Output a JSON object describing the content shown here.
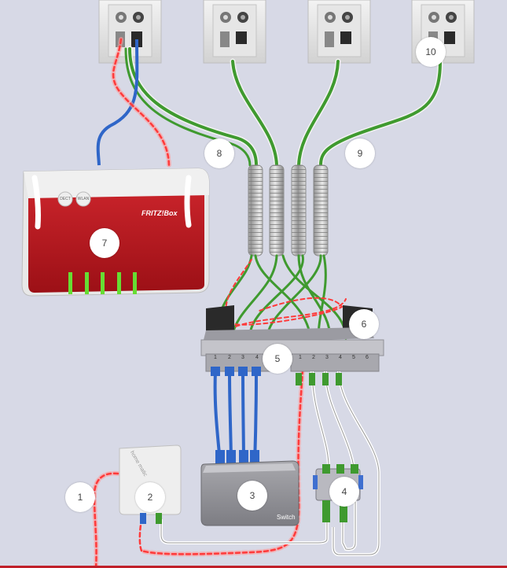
{
  "diagram": {
    "badges": [
      {
        "id": "1",
        "label": "1"
      },
      {
        "id": "2",
        "label": "2"
      },
      {
        "id": "3",
        "label": "3"
      },
      {
        "id": "4",
        "label": "4"
      },
      {
        "id": "5",
        "label": "5"
      },
      {
        "id": "6",
        "label": "6"
      },
      {
        "id": "7",
        "label": "7"
      },
      {
        "id": "8",
        "label": "8"
      },
      {
        "id": "9",
        "label": "9"
      },
      {
        "id": "10",
        "label": "10"
      }
    ],
    "router": {
      "brand": "FRITZ!Box",
      "button_dect": "DECT",
      "button_wlan": "WLAN"
    },
    "switch": {
      "label": "Switch"
    },
    "homematic": {
      "logo": "home matic"
    },
    "patch_ports_left": [
      "1",
      "2",
      "3",
      "4"
    ],
    "patch_ports_right": [
      "1",
      "2",
      "3",
      "4",
      "5",
      "6"
    ],
    "colors": {
      "green_cable": "#3f9a2f",
      "blue_cable": "#2f66c8",
      "red_glow": "#ff3a3a",
      "router_red": "#b3141c"
    }
  }
}
